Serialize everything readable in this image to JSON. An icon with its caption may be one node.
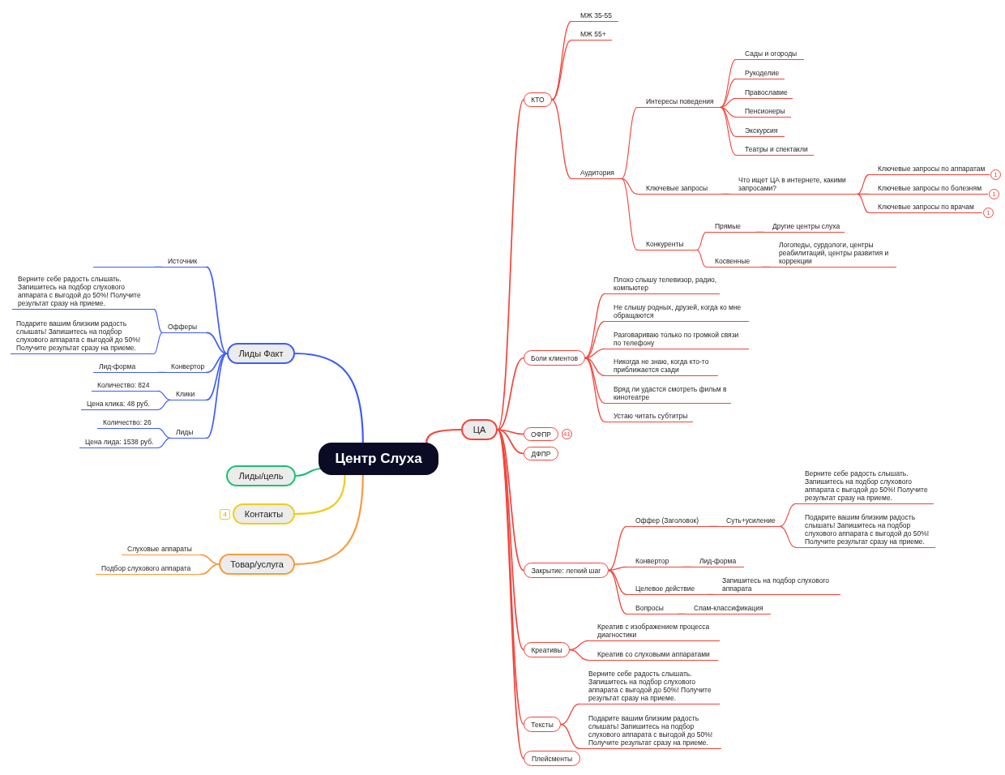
{
  "diagram": {
    "nodes": [
      {
        "text": [
          "Центр Слуха"
        ]
      },
      {
        "text": [
          "ЦА"
        ]
      },
      {
        "text": [
          "КТО"
        ]
      },
      {
        "text": [
          "МЖ 35-55"
        ]
      },
      {
        "text": [
          "МЖ 55+"
        ]
      },
      {
        "text": [
          "Аудитория"
        ]
      },
      {
        "text": [
          "Интересы поведения"
        ]
      },
      {
        "text": [
          "Сады и огороды"
        ]
      },
      {
        "text": [
          "Рукоделие"
        ]
      },
      {
        "text": [
          "Православие"
        ]
      },
      {
        "text": [
          "Пенсионеры"
        ]
      },
      {
        "text": [
          "Экскурсия"
        ]
      },
      {
        "text": [
          "Театры и спектакли"
        ]
      },
      {
        "text": [
          "Ключевые запросы"
        ]
      },
      {
        "text": [
          "Что ищет ЦА в интернете, какими запросами?"
        ]
      },
      {
        "text": [
          "Ключевые запросы по аппаратам"
        ],
        "beside": [
          "1"
        ]
      },
      {
        "text": [
          "Ключевые запросы по болезням"
        ],
        "beside": [
          "1"
        ]
      },
      {
        "text": [
          "Ключевые запросы по врачам"
        ],
        "beside": [
          "1"
        ]
      },
      {
        "text": [
          "Конкуренты"
        ]
      },
      {
        "text": [
          "Прямые"
        ]
      },
      {
        "text": [
          "Другие центры слуха"
        ]
      },
      {
        "text": [
          "Косвенные"
        ]
      },
      {
        "text": [
          "Логопеды, сурдологи, центры реабилитаций, центры развития и коррекции"
        ]
      },
      {
        "text": [
          "Боли клиентов"
        ]
      },
      {
        "text": [
          "Плохо слышу телевизор, радио, компьютер"
        ]
      },
      {
        "text": [
          "Не слышу родных, друзей, когда ко мне обращаются"
        ]
      },
      {
        "text": [
          "Разговариваю только по громкой связи по телефону"
        ]
      },
      {
        "text": [
          "Никогда не знаю, когда кто-то приближается сзади"
        ]
      },
      {
        "text": [
          "Вряд ли удастся смотреть фильм в кинотеатре"
        ]
      },
      {
        "text": [
          "Устаю читать субтитры"
        ]
      },
      {
        "text": [
          "ОФПР"
        ],
        "beside": [
          "41"
        ]
      },
      {
        "text": [
          "ДФПР"
        ]
      },
      {
        "text": [
          "Закрытие: легкий шаг"
        ]
      },
      {
        "text": [
          "Оффер (Заголовок)"
        ]
      },
      {
        "text": [
          "Суть+усиление"
        ]
      },
      {
        "text": [
          "Верните себе радость слышать. Запишитесь на подбор слухового аппарата с выгодой до 50%! Получите результат сразу на приеме."
        ]
      },
      {
        "text": [
          "Подарите вашим близким радость слышать! Запишитесь на подбор слухового аппарата с выгодой до 50%! Получите результат сразу на приеме."
        ]
      },
      {
        "text": [
          "Конвертор"
        ]
      },
      {
        "text": [
          "Лид-форма"
        ]
      },
      {
        "text": [
          "Целевое действие"
        ]
      },
      {
        "text": [
          "Запишитесь на подбор слухового аппарата"
        ]
      },
      {
        "text": [
          "Вопросы"
        ]
      },
      {
        "text": [
          "Спам-классификация"
        ]
      },
      {
        "text": [
          "Креативы"
        ]
      },
      {
        "text": [
          "Креатив с изображением процесса диагностики"
        ]
      },
      {
        "text": [
          "Креатив со слуховыми аппаратами"
        ]
      },
      {
        "text": [
          "Тексты"
        ]
      },
      {
        "text": [
          "Верните себе радость слышать. Запишитесь на подбор слухового аппарата с выгодой до 50%! Получите результат сразу на приеме."
        ]
      },
      {
        "text": [
          "Подарите вашим близким радость слышать! Запишитесь на подбор слухового аппарата с выгодой до 50%! Получите результат сразу на приеме."
        ]
      },
      {
        "text": [
          "Плейсменты"
        ]
      },
      {
        "text": [
          "Лиды Факт"
        ]
      },
      {
        "text": [
          "Источник"
        ]
      },
      {
        "text": [],
        "shape": "line"
      },
      {
        "text": [
          "Офферы"
        ]
      },
      {
        "text": [
          "Верните себе радость слышать. Запишитесь на подбор слухового аппарата с выгодой до 50%! Получите результат сразу на приеме."
        ]
      },
      {
        "text": [
          "Подарите вашим близким радость слышать! Запишитесь на подбор слухового аппарата с выгодой до 50%! Получите результат сразу на приеме."
        ]
      },
      {
        "text": [
          "Конвертор"
        ]
      },
      {
        "text": [
          "Лид-форма"
        ]
      },
      {
        "text": [
          "Клики"
        ]
      },
      {
        "text": [
          "Количество: 824"
        ]
      },
      {
        "text": [
          "Цена клика: 48 руб."
        ]
      },
      {
        "text": [
          "Лиды"
        ]
      },
      {
        "text": [
          "Количество: 26"
        ]
      },
      {
        "text": [
          "Цена лида: 1538 руб."
        ]
      },
      {
        "text": [
          "Лиды/цель"
        ]
      },
      {
        "text": [
          "Контакты"
        ],
        "beside": [
          "4"
        ]
      },
      {
        "text": [
          "Товар/услуга"
        ]
      },
      {
        "text": [
          "Слуховые аппараты"
        ]
      },
      {
        "text": [
          "Подбор слухового аппарата"
        ]
      }
    ],
    "edges": [
      {
        "from": 0,
        "to": 1,
        "arrow": "none"
      },
      {
        "from": 1,
        "to": 2,
        "arrow": "none"
      },
      {
        "from": 2,
        "to": 3,
        "arrow": "none"
      },
      {
        "from": 2,
        "to": 4,
        "arrow": "none"
      },
      {
        "from": 2,
        "to": 5,
        "arrow": "none"
      },
      {
        "from": 5,
        "to": 6,
        "arrow": "none"
      },
      {
        "from": 6,
        "to": 7,
        "arrow": "none"
      },
      {
        "from": 6,
        "to": 8,
        "arrow": "none"
      },
      {
        "from": 6,
        "to": 9,
        "arrow": "none"
      },
      {
        "from": 6,
        "to": 10,
        "arrow": "none"
      },
      {
        "from": 6,
        "to": 11,
        "arrow": "none"
      },
      {
        "from": 6,
        "to": 12,
        "arrow": "none"
      },
      {
        "from": 5,
        "to": 13,
        "arrow": "none"
      },
      {
        "from": 13,
        "to": 14,
        "arrow": "none"
      },
      {
        "from": 14,
        "to": 15,
        "arrow": "none"
      },
      {
        "from": 14,
        "to": 16,
        "arrow": "none"
      },
      {
        "from": 14,
        "to": 17,
        "arrow": "none"
      },
      {
        "from": 5,
        "to": 18,
        "arrow": "none"
      },
      {
        "from": 18,
        "to": 19,
        "arrow": "none"
      },
      {
        "from": 19,
        "to": 20,
        "arrow": "none"
      },
      {
        "from": 18,
        "to": 21,
        "arrow": "none"
      },
      {
        "from": 21,
        "to": 22,
        "arrow": "none"
      },
      {
        "from": 1,
        "to": 23,
        "arrow": "none"
      },
      {
        "from": 23,
        "to": 24,
        "arrow": "none"
      },
      {
        "from": 23,
        "to": 25,
        "arrow": "none"
      },
      {
        "from": 23,
        "to": 26,
        "arrow": "none"
      },
      {
        "from": 23,
        "to": 27,
        "arrow": "none"
      },
      {
        "from": 23,
        "to": 28,
        "arrow": "none"
      },
      {
        "from": 23,
        "to": 29,
        "arrow": "none"
      },
      {
        "from": 1,
        "to": 30,
        "arrow": "none"
      },
      {
        "from": 1,
        "to": 31,
        "arrow": "none"
      },
      {
        "from": 1,
        "to": 32,
        "arrow": "none"
      },
      {
        "from": 32,
        "to": 33,
        "arrow": "none"
      },
      {
        "from": 33,
        "to": 34,
        "arrow": "none"
      },
      {
        "from": 34,
        "to": 35,
        "arrow": "none"
      },
      {
        "from": 34,
        "to": 36,
        "arrow": "none"
      },
      {
        "from": 32,
        "to": 37,
        "arrow": "none"
      },
      {
        "from": 37,
        "to": 38,
        "arrow": "none"
      },
      {
        "from": 32,
        "to": 39,
        "arrow": "none"
      },
      {
        "from": 39,
        "to": 40,
        "arrow": "none"
      },
      {
        "from": 32,
        "to": 41,
        "arrow": "none"
      },
      {
        "from": 41,
        "to": 42,
        "arrow": "none"
      },
      {
        "from": 1,
        "to": 43,
        "arrow": "none"
      },
      {
        "from": 43,
        "to": 44,
        "arrow": "none"
      },
      {
        "from": 43,
        "to": 45,
        "arrow": "none"
      },
      {
        "from": 1,
        "to": 46,
        "arrow": "none"
      },
      {
        "from": 46,
        "to": 47,
        "arrow": "none"
      },
      {
        "from": 46,
        "to": 48,
        "arrow": "none"
      },
      {
        "from": 1,
        "to": 49,
        "arrow": "none"
      },
      {
        "from": 0,
        "to": 50,
        "arrow": "none",
        "color": "#3d5cfb"
      },
      {
        "from": 50,
        "to": 51,
        "arrow": "none",
        "color": "#3d5cfb"
      },
      {
        "from": 51,
        "to": 52,
        "arrow": "none",
        "color": "#3d5cfb"
      },
      {
        "from": 50,
        "to": 53,
        "arrow": "none",
        "color": "#3d5cfb"
      },
      {
        "from": 53,
        "to": 54,
        "arrow": "none",
        "color": "#3d5cfb"
      },
      {
        "from": 53,
        "to": 55,
        "arrow": "none",
        "color": "#3d5cfb"
      },
      {
        "from": 50,
        "to": 56,
        "arrow": "none",
        "color": "#3d5cfb"
      },
      {
        "from": 56,
        "to": 57,
        "arrow": "none",
        "color": "#3d5cfb"
      },
      {
        "from": 50,
        "to": 58,
        "arrow": "none",
        "color": "#3d5cfb"
      },
      {
        "from": 58,
        "to": 59,
        "arrow": "none",
        "color": "#3d5cfb"
      },
      {
        "from": 58,
        "to": 60,
        "arrow": "none",
        "color": "#3d5cfb"
      },
      {
        "from": 50,
        "to": 61,
        "arrow": "none",
        "color": "#3d5cfb"
      },
      {
        "from": 61,
        "to": 62,
        "arrow": "none",
        "color": "#3d5cfb"
      },
      {
        "from": 61,
        "to": 63,
        "arrow": "none",
        "color": "#3d5cfb"
      },
      {
        "from": 0,
        "to": 64,
        "arrow": "none",
        "color": "#1dbf73"
      },
      {
        "from": 0,
        "to": 65,
        "arrow": "none",
        "color": "#f0cd1c"
      },
      {
        "from": 0,
        "to": 66,
        "arrow": "none",
        "color": "#f99a3e"
      },
      {
        "from": 66,
        "to": 67,
        "arrow": "none",
        "color": "#f99a3e"
      },
      {
        "from": 66,
        "to": 68,
        "arrow": "none",
        "color": "#f99a3e"
      }
    ]
  }
}
